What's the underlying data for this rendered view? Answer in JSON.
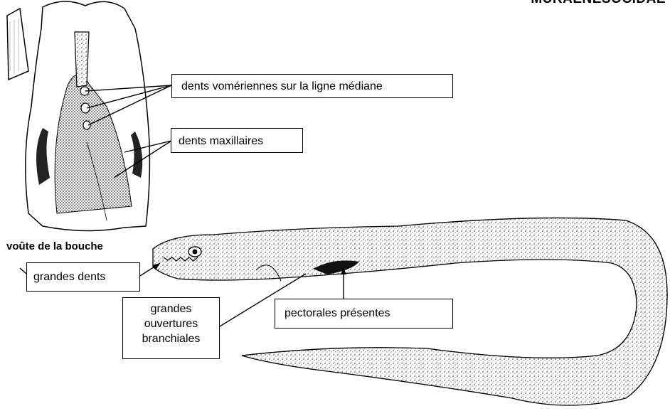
{
  "header": {
    "family": "MURAENESOCIDAE"
  },
  "figure": {
    "palate_caption": "voûte de la bouche",
    "labels": {
      "vomerine_teeth": "dents vomériennes sur la ligne médiane",
      "maxillary_teeth": "dents maxillaires",
      "large_teeth": "grandes dents",
      "gill_openings": [
        "grandes",
        "ouvertures",
        "branchiales"
      ],
      "pectoral_fins": "pectorales présentes"
    }
  },
  "colors": {
    "ink": "#000000",
    "paper": "#ffffff",
    "stipple": "#444444"
  }
}
